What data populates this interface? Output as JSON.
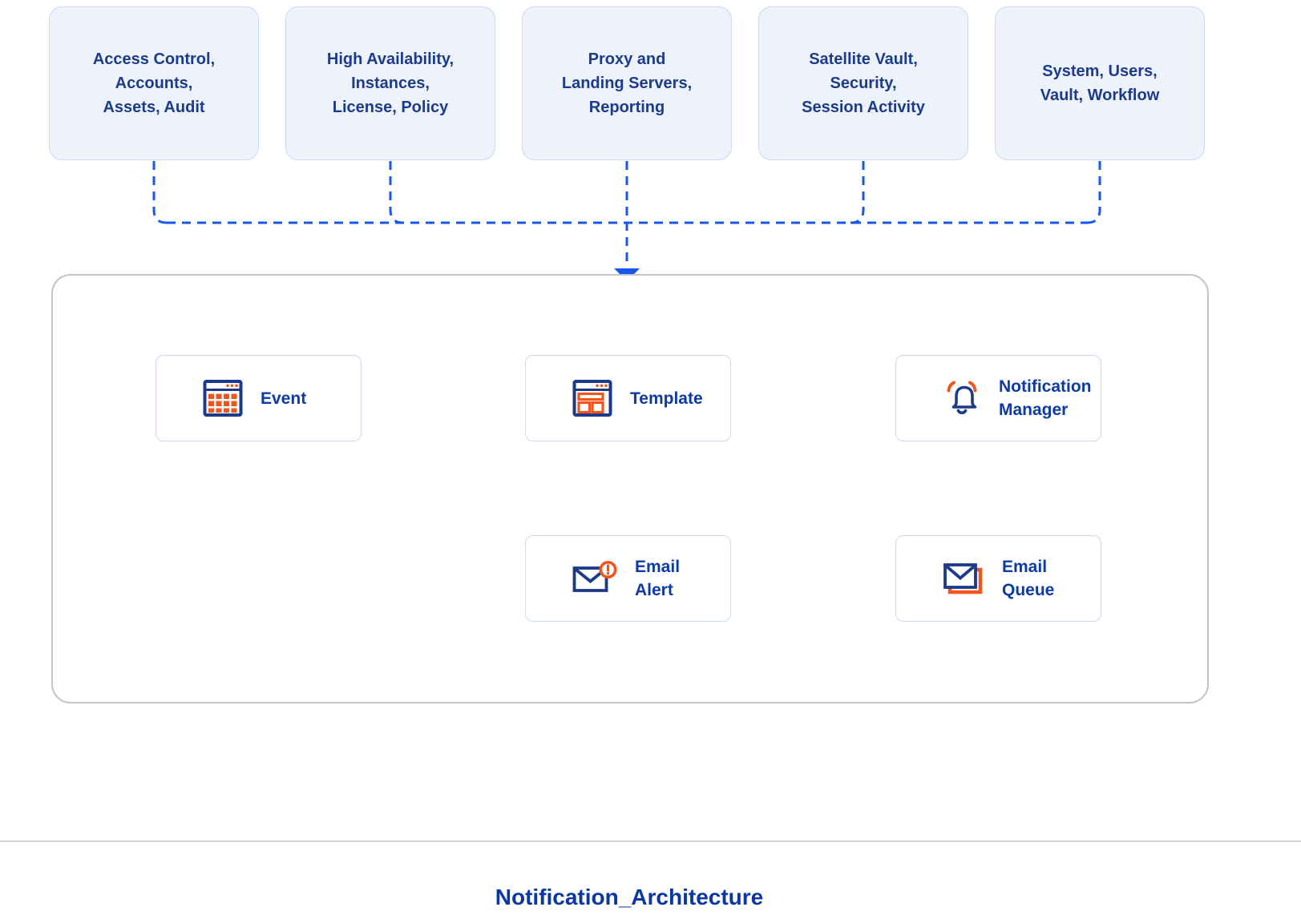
{
  "diagram": {
    "title": "Notification_Architecture",
    "colors": {
      "source_box_fill": "#edf2fb",
      "source_box_border": "#ccd9f1",
      "source_text_navy": "#1c3b8d",
      "node_label_blue": "#0c3aa6",
      "connector_blue": "#1757ee",
      "icon_navy": "#1b3a8c",
      "icon_orange": "#f2551c",
      "container_border_gray": "#c5c5c9",
      "divider_gray": "#d2d2d2",
      "title_blue": "#0a37a4"
    },
    "source_boxes": [
      {
        "lines": [
          "Access Control,",
          "Accounts,",
          "Assets, Audit"
        ]
      },
      {
        "lines": [
          "High Availability,",
          "Instances,",
          "License, Policy"
        ]
      },
      {
        "lines": [
          "Proxy and",
          "Landing Servers,",
          "Reporting"
        ]
      },
      {
        "lines": [
          "Satellite Vault,",
          "Security,",
          "Session Activity"
        ]
      },
      {
        "lines": [
          "System, Users,",
          "Vault, Workflow"
        ]
      }
    ],
    "nodes": {
      "event": {
        "lines": [
          "Event"
        ]
      },
      "template": {
        "lines": [
          "Template"
        ]
      },
      "notification_manager": {
        "lines": [
          "Notification",
          "Manager"
        ]
      },
      "email_alert": {
        "lines": [
          "Email",
          "Alert"
        ]
      },
      "email_queue": {
        "lines": [
          "Email",
          "Queue"
        ]
      }
    }
  }
}
